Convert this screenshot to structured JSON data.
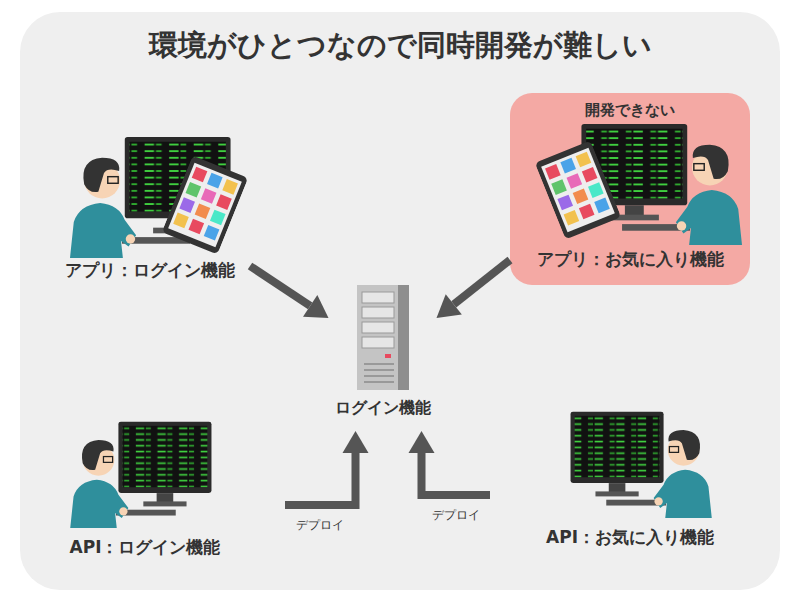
{
  "diagram": {
    "title": "環境がひとつなので同時開発が難しい",
    "nodes": [
      {
        "text": [
          "アプリ：ログイン機能"
        ]
      },
      {
        "text": [
          "開発できない"
        ]
      },
      {
        "text": [
          "アプリ：お気に入り機能"
        ],
        "in": 1
      },
      {
        "text": [
          "ログイン機能"
        ]
      },
      {
        "text": [
          "API：ログイン機能"
        ]
      },
      {
        "text": [
          "API：お気に入り機能"
        ]
      }
    ],
    "edges": [
      {
        "from": 0,
        "to": 3,
        "arrow": "to"
      },
      {
        "from": 1,
        "to": 3,
        "arrow": "to"
      },
      {
        "from": 4,
        "to": 3,
        "arrow": "to",
        "label": "デプロイ"
      },
      {
        "from": 5,
        "to": 3,
        "arrow": "to",
        "label": "デプロイ"
      }
    ]
  }
}
